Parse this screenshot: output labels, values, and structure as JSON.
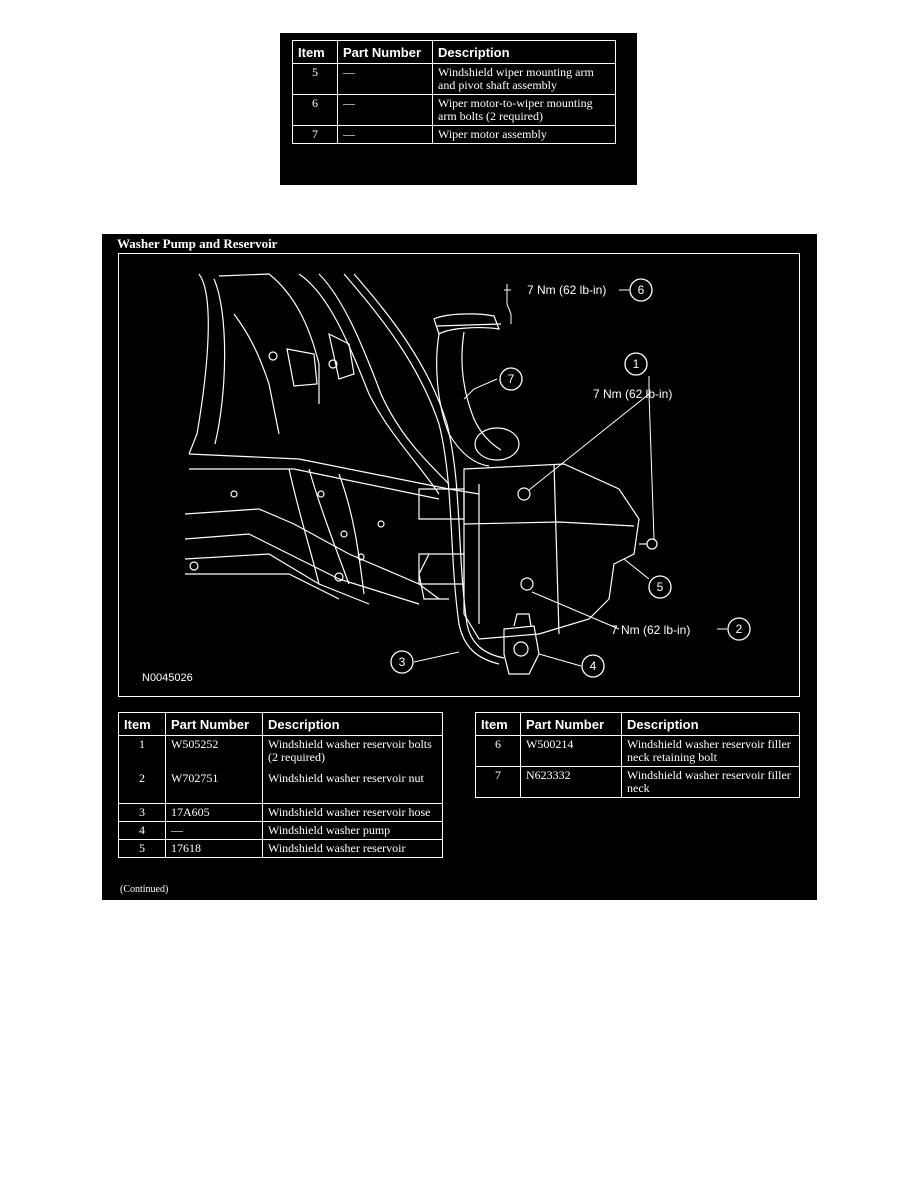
{
  "top_table": {
    "headers": [
      "Item",
      "Part Number",
      "Description"
    ],
    "rows": [
      {
        "item": "5",
        "part": "—",
        "desc": "Windshield wiper mounting arm and pivot shaft assembly"
      },
      {
        "item": "6",
        "part": "—",
        "desc": "Wiper motor-to-wiper mounting arm bolts (2 required)"
      },
      {
        "item": "7",
        "part": "—",
        "desc": "Wiper motor assembly"
      }
    ]
  },
  "figure": {
    "title": "Washer Pump and Reservoir",
    "figure_id": "N0045026",
    "torque_labels": {
      "t6": "7 Nm (62 lb-in)",
      "t1": "7 Nm (62 lb-in)",
      "t2": "7 Nm (62 lb-in)"
    },
    "callouts": [
      "1",
      "2",
      "3",
      "4",
      "5",
      "6",
      "7"
    ]
  },
  "left_table": {
    "headers": [
      "Item",
      "Part Number",
      "Description"
    ],
    "rows": [
      {
        "item": "1",
        "part": "W505252",
        "desc": "Windshield washer reservoir bolts (2 required)"
      },
      {
        "item": "2",
        "part": "W702751",
        "desc": "Windshield washer reservoir nut"
      },
      {
        "item": "3",
        "part": "17A605",
        "desc": "Windshield washer reservoir hose"
      },
      {
        "item": "4",
        "part": "—",
        "desc": "Windshield washer pump"
      },
      {
        "item": "5",
        "part": "17618",
        "desc": "Windshield washer reservoir"
      }
    ]
  },
  "right_table": {
    "headers": [
      "Item",
      "Part Number",
      "Description"
    ],
    "rows": [
      {
        "item": "6",
        "part": "W500214",
        "desc": "Windshield washer reservoir filler neck retaining bolt"
      },
      {
        "item": "7",
        "part": "N623332",
        "desc": "Windshield washer reservoir filler neck"
      }
    ]
  },
  "continued": "(Continued)"
}
